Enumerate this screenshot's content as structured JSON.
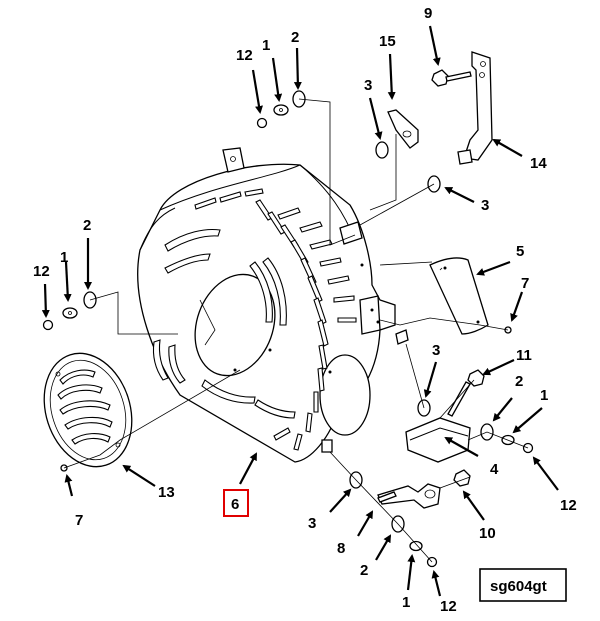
{
  "diagram_id": "sg604gt",
  "highlighted_callout": "6",
  "highlight_color": "#e00000",
  "callouts": {
    "c9": "9",
    "c12a": "12",
    "c1a": "1",
    "c2a": "2",
    "c15": "15",
    "c3a": "3",
    "c14": "14",
    "c3b": "3",
    "c2b": "2",
    "c12b": "12",
    "c1b": "1",
    "c5": "5",
    "c7a": "7",
    "c3c": "3",
    "c11": "11",
    "c2c": "2",
    "c1c": "1",
    "c4": "4",
    "c12c": "12",
    "c13": "13",
    "c7b": "7",
    "c6": "6",
    "c3d": "3",
    "c10": "10",
    "c8": "8",
    "c2d": "2",
    "c1d": "1",
    "c12d": "12"
  }
}
